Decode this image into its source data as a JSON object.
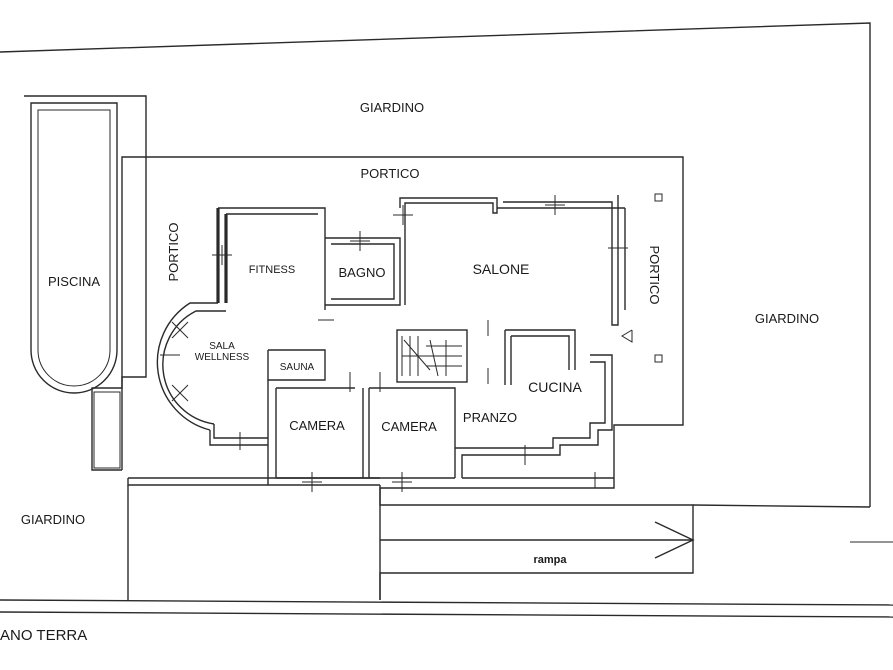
{
  "labels": {
    "giardino_top": "GIARDINO",
    "giardino_right": "GIARDINO",
    "giardino_left": "GIARDINO",
    "portico_top": "PORTICO",
    "portico_left": "PORTICO",
    "portico_right": "PORTICO",
    "piscina": "PISCINA",
    "fitness": "FITNESS",
    "bagno": "BAGNO",
    "salone": "SALONE",
    "sala": "SALA",
    "wellness": "WELLNESS",
    "sauna": "SAUNA",
    "camera_1": "CAMERA",
    "camera_2": "CAMERA",
    "pranzo": "PRANZO",
    "cucina": "CUCINA",
    "rampa": "rampa",
    "floor_title": "ANO TERRA"
  }
}
